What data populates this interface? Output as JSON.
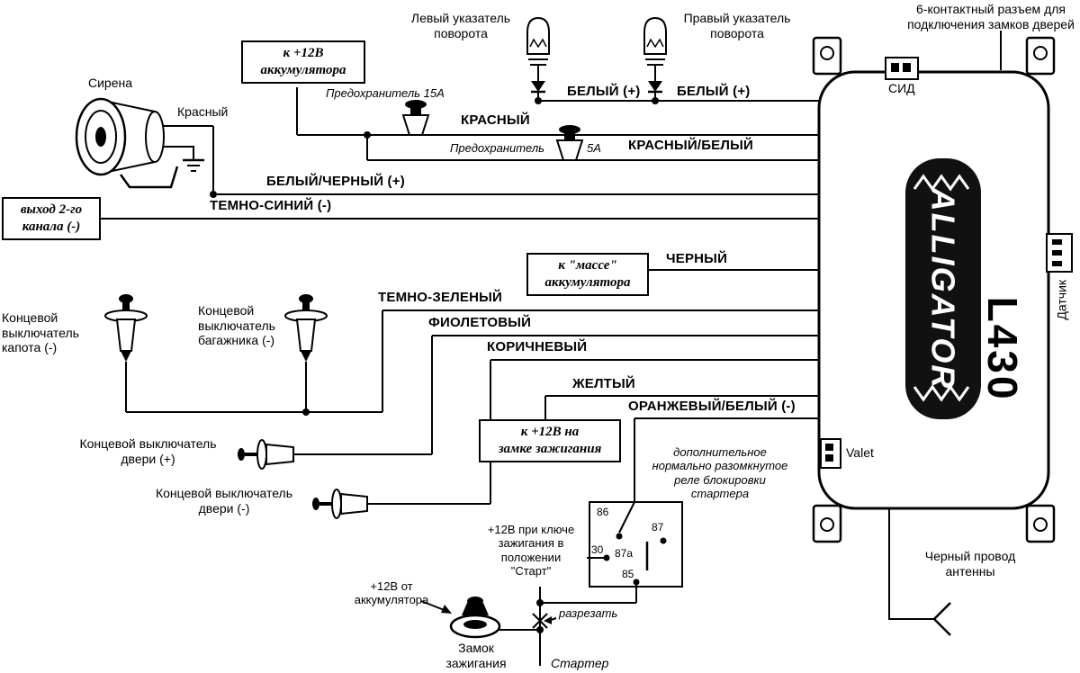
{
  "unit": {
    "brand": "ALLIGATOR",
    "model": "L430",
    "led": "СИД",
    "valet": "Valet",
    "sensor": "Датчик",
    "connector_note": "6-контактный разъем для\nподключения замков дверей",
    "antenna": "Черный провод\nантенны"
  },
  "wires": {
    "white_left": "БЕЛЫЙ (+)",
    "white_right": "БЕЛЫЙ (+)",
    "red": "КРАСНЫЙ",
    "red_white": "КРАСНЫЙ/БЕЛЫЙ",
    "white_black": "БЕЛЫЙ/ЧЕРНЫЙ (+)",
    "dark_blue": "ТЕМНО-СИНИЙ (-)",
    "black": "ЧЕРНЫЙ",
    "dark_green": "ТЕМНО-ЗЕЛЕНЫЙ",
    "violet": "ФИОЛЕТОВЫЙ",
    "brown": "КОРИЧНЕВЫЙ",
    "yellow": "ЖЕЛТЫЙ",
    "orange_white": "ОРАНЖЕВЫЙ/БЕЛЫЙ (-)",
    "siren_red": "Красный"
  },
  "labels": {
    "siren": "Сирена",
    "left_turn": "Левый указатель\nповорота",
    "right_turn": "Правый указатель\nповорота",
    "fuse15": "Предохранитель 15А",
    "fuse5_name": "Предохранитель",
    "fuse5_amp": "5А",
    "hood_switch": "Концевой\nвыключатель\nкапота (-)",
    "trunk_switch": "Концевой\nвыключатель\nбагажника (-)",
    "door_plus": "Концевой выключатель\nдвери (+)",
    "door_minus": "Концевой выключатель\nдвери (-)",
    "relay_note": "дополнительное\nнормально разомкнутое\nреле блокировки\nстартера",
    "start_plus": "+12В при ключе\nзажигания в\nположении\n\"Старт\"",
    "battery_plus": "+12В от\nаккумулятора",
    "ignition_lock": "Замок\nзажигания",
    "starter": "Стартер",
    "cut": "разрезать"
  },
  "boxes": {
    "battery": "к +12В\nаккумулятора",
    "channel2": "выход 2-го\nканала (-)",
    "ground": "к \"массе\"\nаккумулятора",
    "ignition": "к +12В на\nзамке зажигания"
  },
  "relay": {
    "pin86": "86",
    "pin87": "87",
    "pin30": "30",
    "pin87a": "87а",
    "pin85": "85"
  }
}
